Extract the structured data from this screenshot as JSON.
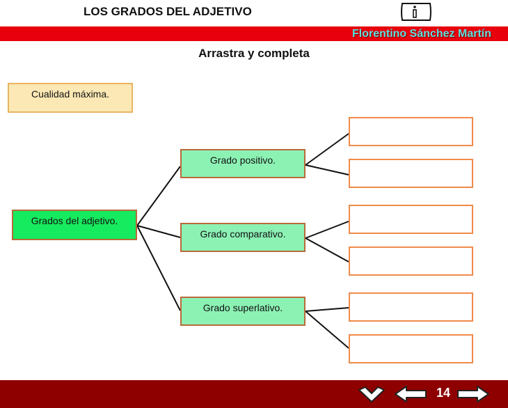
{
  "header": {
    "title": "LOS GRADOS DEL ADJETIVO",
    "author": "Florentino Sánchez Martín",
    "info_icon": "info-icon"
  },
  "main": {
    "instruction": "Arrastra y completa",
    "draggable_item": "Cualidad máxima.",
    "root_label": "Grados del adjetivo.",
    "categories": [
      {
        "label": "Grado positivo."
      },
      {
        "label": "Grado comparativo."
      },
      {
        "label": "Grado superlativo."
      }
    ],
    "drop_targets": [
      "",
      "",
      "",
      "",
      "",
      ""
    ]
  },
  "footer": {
    "page_number": "14",
    "icons": [
      "check-icon",
      "arrow-left-icon",
      "arrow-right-icon"
    ]
  },
  "colors": {
    "header_bar": "#e8000c",
    "author_text": "#5ee0dc",
    "footer_bar": "#8e0000",
    "root_box": "#16ea5e",
    "category_box": "#8cf2b4",
    "drag_box": "#fce8b4",
    "target_border": "#f08a4a"
  }
}
